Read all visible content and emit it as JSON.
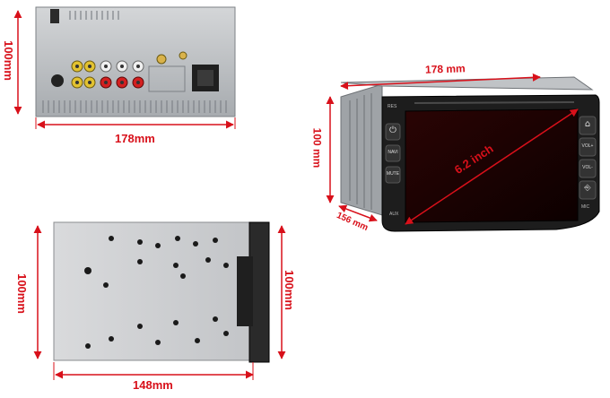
{
  "dimensions": {
    "rear_height": "100mm",
    "rear_width": "178mm",
    "front_width": "178 mm",
    "front_height": "100 mm",
    "front_depth": "156 mm",
    "screen_diagonal": "6.2 inch",
    "side_width": "148mm",
    "side_height_left": "100mm",
    "side_height_right": "100mm"
  },
  "panel_buttons": {
    "power": "⏻",
    "navi": "NAVI",
    "mute": "MUTE",
    "home": "⌂",
    "vol_up": "VOL+",
    "vol_down": "VOL-",
    "usb": "⎆",
    "res": "RES",
    "mic": "MIC",
    "aux": "AUX"
  },
  "colors": {
    "dimension_red": "#d8101a",
    "metal": "#b9bcbf",
    "screen": "#1a0000"
  }
}
